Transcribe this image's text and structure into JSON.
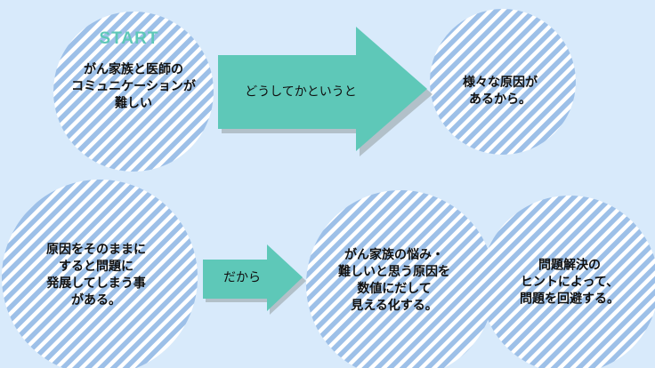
{
  "colors": {
    "background": "#d8eafb",
    "stripe": "#9dc0e8",
    "arrow": "#5ec8b8",
    "start": "#5ec8b8"
  },
  "start_label": "START",
  "nodes": [
    {
      "text": "がん家族と医師の\nコミュニケーションが\n難しい"
    },
    {
      "text": "様々な原因が\nあるから。"
    },
    {
      "text": "原因をそのままに\nすると問題に\n発展してしまう事\nがある。"
    },
    {
      "text": "がん家族の悩み・\n難しいと思う原因を\n数値にだして\n見える化する。"
    },
    {
      "text": "問題解決の\nヒントによって、\n問題を回避する。"
    }
  ],
  "arrows": [
    {
      "label": "どうしてかというと"
    },
    {
      "label": "だから"
    }
  ]
}
